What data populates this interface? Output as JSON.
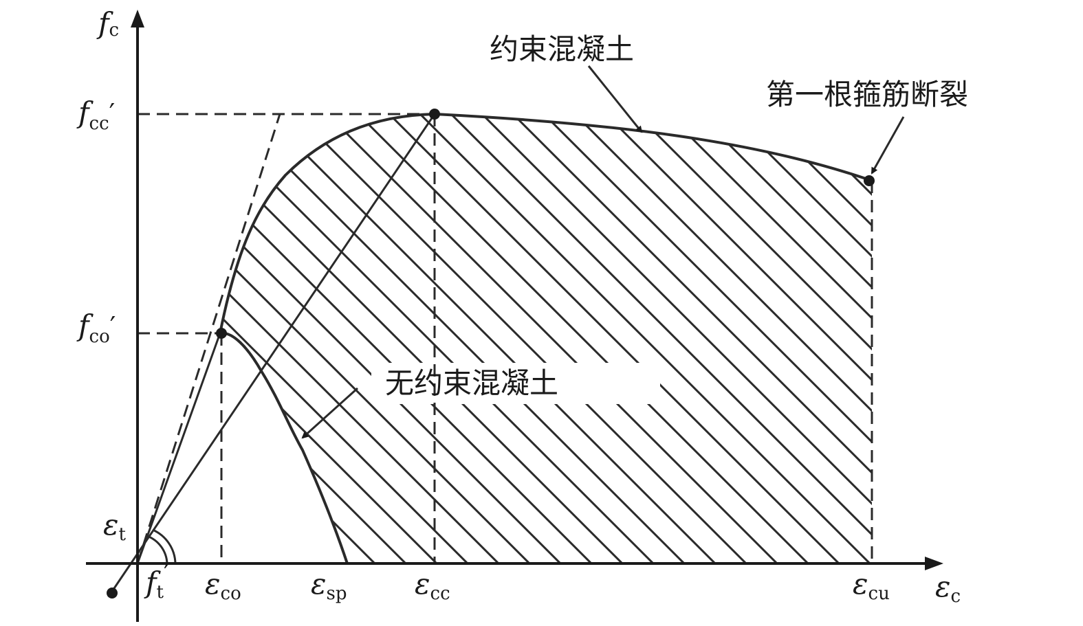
{
  "axes": {
    "y_label": "f",
    "y_sub": "c",
    "x_label": "ε",
    "x_sub": "c"
  },
  "y_ticks": [
    {
      "main": "f",
      "sub": "cc",
      "prime": "′"
    },
    {
      "main": "f",
      "sub": "co",
      "prime": "′"
    }
  ],
  "x_ticks": [
    {
      "main": "ε",
      "sub": "co"
    },
    {
      "main": "ε",
      "sub": "sp"
    },
    {
      "main": "ε",
      "sub": "cc"
    },
    {
      "main": "ε",
      "sub": "cu"
    }
  ],
  "origin_labels": {
    "et_main": "ε",
    "et_sub": "t",
    "ft_main": "f",
    "ft_sub": "t",
    "ft_prime": "′"
  },
  "annotations": {
    "confined": "约束混凝土",
    "unconfined": "无约束混凝土",
    "hoop_fracture": "第一根箍筋断裂"
  },
  "colors": {
    "ink": "#1a1a1a",
    "background": "#ffffff"
  }
}
